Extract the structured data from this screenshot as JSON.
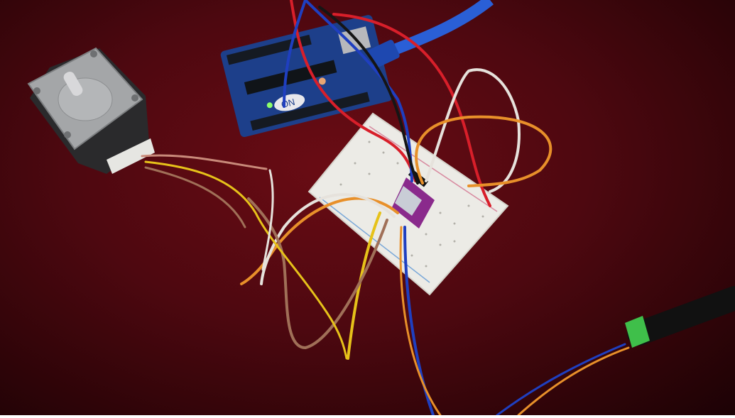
{
  "image": {
    "description": "Photo of an Arduino Uno wired to a breadboard with a stepper motor driver, a NEMA stepper motor, and a DC barrel jack adapter on dark red fabric",
    "background_color": "#4e0810"
  },
  "components": {
    "arduino": {
      "label": "Arduino Uno",
      "logo_text": "ON",
      "board_color": "#1d3f8a"
    },
    "stepper_motor": {
      "label": "Stepper motor",
      "body_color": "#9a9c9e"
    },
    "breadboard": {
      "label": "Mini breadboard",
      "color": "#ecebe6"
    },
    "driver": {
      "label": "Stepper driver module",
      "color": "#8a2a8c",
      "heatsink_color": "#c9cdd6"
    },
    "dc_jack": {
      "label": "DC barrel jack adapter",
      "terminal_color": "#3fbf4a",
      "body_color": "#111111"
    },
    "usb_cable": {
      "label": "USB cable",
      "color": "#2a5fd6"
    }
  },
  "wire_colors": {
    "red": "#d81f2a",
    "blue": "#1f3fc0",
    "black": "#151515",
    "white": "#e6e2dc",
    "orange": "#e8902a",
    "yellow": "#e6c21a",
    "brown": "#a07058",
    "pink": "#c98a7a"
  }
}
